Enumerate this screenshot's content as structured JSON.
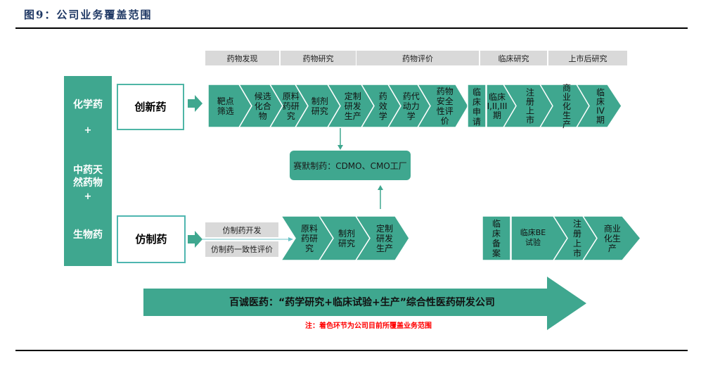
{
  "title": "图9：公司业务覆盖范围",
  "colors": {
    "teal": "#3fa78f",
    "teal_border": "#4fb6b0",
    "gray_header": "#d9d9d9",
    "title_navy": "#1f3864",
    "note_red": "#ff0000"
  },
  "stage_headers": [
    "药物发现",
    "药物研究",
    "药物评价",
    "临床研究",
    "上市后研究"
  ],
  "drug_types": {
    "lines": [
      "化学药",
      "+",
      "中药天",
      "然药物",
      "+",
      "生物药"
    ]
  },
  "innovative": {
    "label": "创新药",
    "chevrons_research": [
      [
        "靶点",
        "筛选"
      ],
      [
        "候选",
        "化合",
        "物"
      ],
      [
        "原料",
        "药研",
        "究"
      ],
      [
        "制剂",
        "研究"
      ],
      [
        "定制",
        "研发",
        "生产"
      ],
      [
        "药",
        "效",
        "学"
      ],
      [
        "药代",
        "动力",
        "学"
      ],
      [
        "药物",
        "安全",
        "性评",
        "价"
      ]
    ],
    "chevrons_clinical": [
      [
        "临",
        "床",
        "申",
        "请"
      ],
      [
        "临床",
        "I,II,III",
        "期"
      ],
      [
        "注",
        "册",
        "上",
        "市"
      ],
      [
        "商",
        "业",
        "化",
        "生",
        "产"
      ],
      [
        "临",
        "床",
        "IV",
        "期"
      ]
    ]
  },
  "cdmo_box": "赛默制药：CDMO、CMO工厂",
  "generic": {
    "label": "仿制药",
    "sub_items": [
      "仿制药开发",
      "仿制药一致性评价"
    ],
    "chevrons_research": [
      [
        "原料",
        "药研",
        "究"
      ],
      [
        "制剂",
        "研究"
      ],
      [
        "定制",
        "研发",
        "生产"
      ]
    ],
    "chevrons_clinical": [
      [
        "临",
        "床",
        "备",
        "案"
      ],
      [
        "临床BE",
        "试验"
      ],
      [
        "注",
        "册",
        "上",
        "市"
      ],
      [
        "商业",
        "化生",
        "产"
      ]
    ]
  },
  "banner": "百诚医药：“药学研究+临床试验+生产”综合性医药研发公司",
  "note": "注：着色环节为公司目前所覆盖业务范围"
}
